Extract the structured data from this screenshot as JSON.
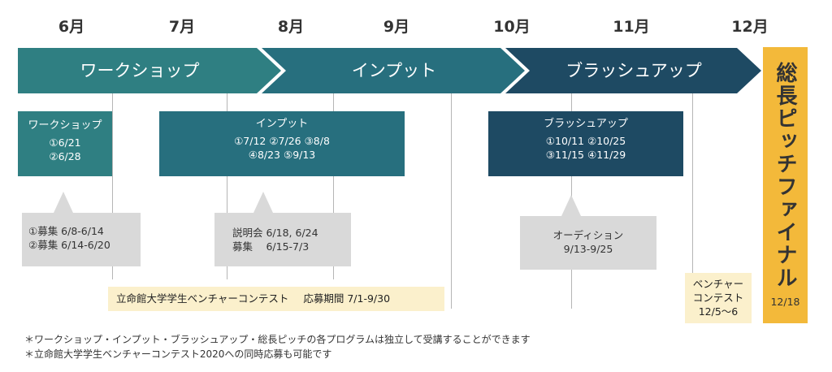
{
  "months": [
    "6月",
    "7月",
    "8月",
    "9月",
    "10月",
    "11月",
    "12月"
  ],
  "phases": {
    "workshop": "ワークショップ",
    "input": "インプット",
    "brushup": "ブラッシュアップ"
  },
  "boxes": {
    "workshop": {
      "title": "ワークショップ",
      "lines": [
        "①6/21",
        "②6/28"
      ]
    },
    "input": {
      "title": "インプット",
      "lines": [
        "①7/12 ②7/26 ③8/8",
        "④8/23 ⑤9/13"
      ]
    },
    "brushup": {
      "title": "ブラッシュアップ",
      "lines": [
        "①10/11 ②10/25",
        "③11/15 ④11/29"
      ]
    }
  },
  "callouts": {
    "recruit": [
      "①募集 6/8-6/14",
      "②募集 6/14-6/20"
    ],
    "briefing": [
      "説明会 6/18, 6/24",
      "募集　 6/15-7/3"
    ],
    "audition": [
      "オーディション",
      "9/13-9/25"
    ]
  },
  "venture_bar": {
    "name": "立命館大学学生ベンチャーコンテスト",
    "period": "応募期間 7/1-9/30"
  },
  "venture_small": [
    "ベンチャー",
    "コンテスト",
    "12/5〜6"
  ],
  "finale": {
    "title": "総長ピッチファイナル",
    "date": "12/18"
  },
  "notes": [
    "＊ワークショップ・インプット・ブラッシュアップ・総長ピッチの各プログラムは独立して受講することができます",
    "＊立命館大学学生ベンチャーコンテスト2020への同時応募も可能です"
  ],
  "colors": {
    "workshop": "#2f7f82",
    "input": "#276f7e",
    "brushup": "#1e4a63",
    "finale": "#f3b93a",
    "callout": "#d9d9d9",
    "cream": "#fbf0cc"
  }
}
